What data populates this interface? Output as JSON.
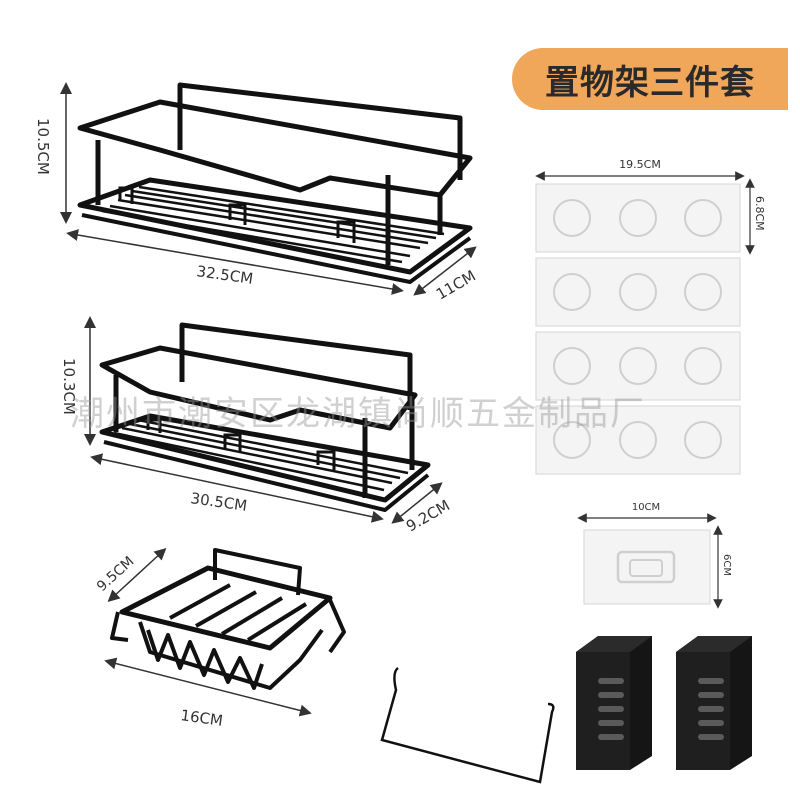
{
  "title": "置物架三件套",
  "watermark": "潮州市潮安区龙湖镇尚顺五金制品厂",
  "shelf_large": {
    "height": "10.5CM",
    "width": "32.5CM",
    "depth": "11CM"
  },
  "shelf_medium": {
    "height": "10.3CM",
    "width": "30.5CM",
    "depth": "9.2CM"
  },
  "soap_dish": {
    "depth": "9.5CM",
    "width": "16CM"
  },
  "adhesive_strip": {
    "width": "19.5CM",
    "height": "6.8CM"
  },
  "adhesive_small": {
    "width": "10CM",
    "height": "6CM"
  },
  "colors": {
    "badge": "#f0a75a",
    "product": "#111111",
    "adhesive": "#f4f4f4"
  }
}
